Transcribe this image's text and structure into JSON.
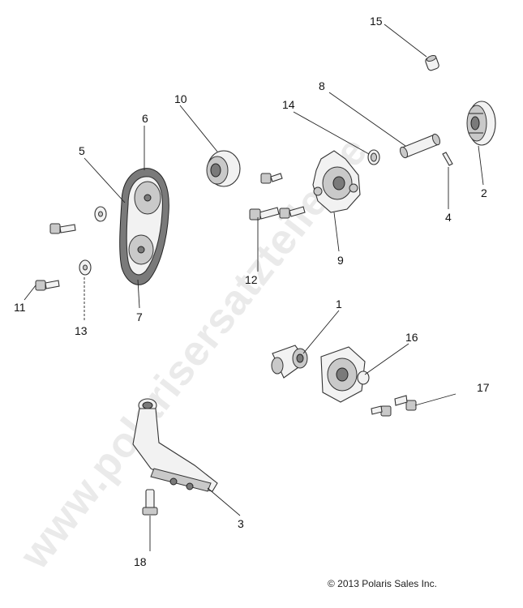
{
  "watermark": "www.polarisersatzteile.de",
  "copyright": "© 2013 Polaris Sales Inc.",
  "callouts": {
    "p1": "1",
    "p2": "2",
    "p3": "3",
    "p4": "4",
    "p5": "5",
    "p6": "6",
    "p7": "7",
    "p8": "8",
    "p9": "9",
    "p10": "10",
    "p11": "11",
    "p12": "12",
    "p13": "13",
    "p14": "14",
    "p15": "15",
    "p16": "16",
    "p17": "17",
    "p18": "18"
  }
}
